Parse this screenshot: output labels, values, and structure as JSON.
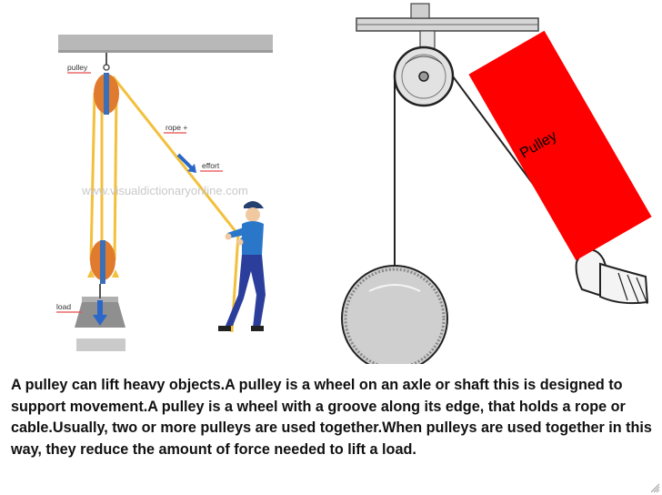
{
  "left_diagram": {
    "labels": {
      "pulley": "pulley",
      "rope": "rope +",
      "effort": "effort",
      "load": "load"
    },
    "watermark": "www.visualdictionaryonline.com",
    "colors": {
      "ceiling": "#b5b5b5",
      "pulley_wheel": "#e07a2e",
      "rope": "#f4c542",
      "arrow_blue": "#2b67c9",
      "label_line": "#e64b4b",
      "person_shirt": "#2a77c9",
      "person_pants": "#2c3e9c"
    }
  },
  "right_diagram": {
    "pulley_box_label": "Pulley",
    "box_color": "#ff0000"
  },
  "caption": "A pulley can lift heavy objects.A pulley is a wheel on an axle or shaft this is designed to support movement.A pulley is a wheel with a groove along its edge, that holds a rope or cable.Usually, two or more pulleys are used together.When pulleys are used together in this way, they reduce the amount of force needed to lift a load."
}
